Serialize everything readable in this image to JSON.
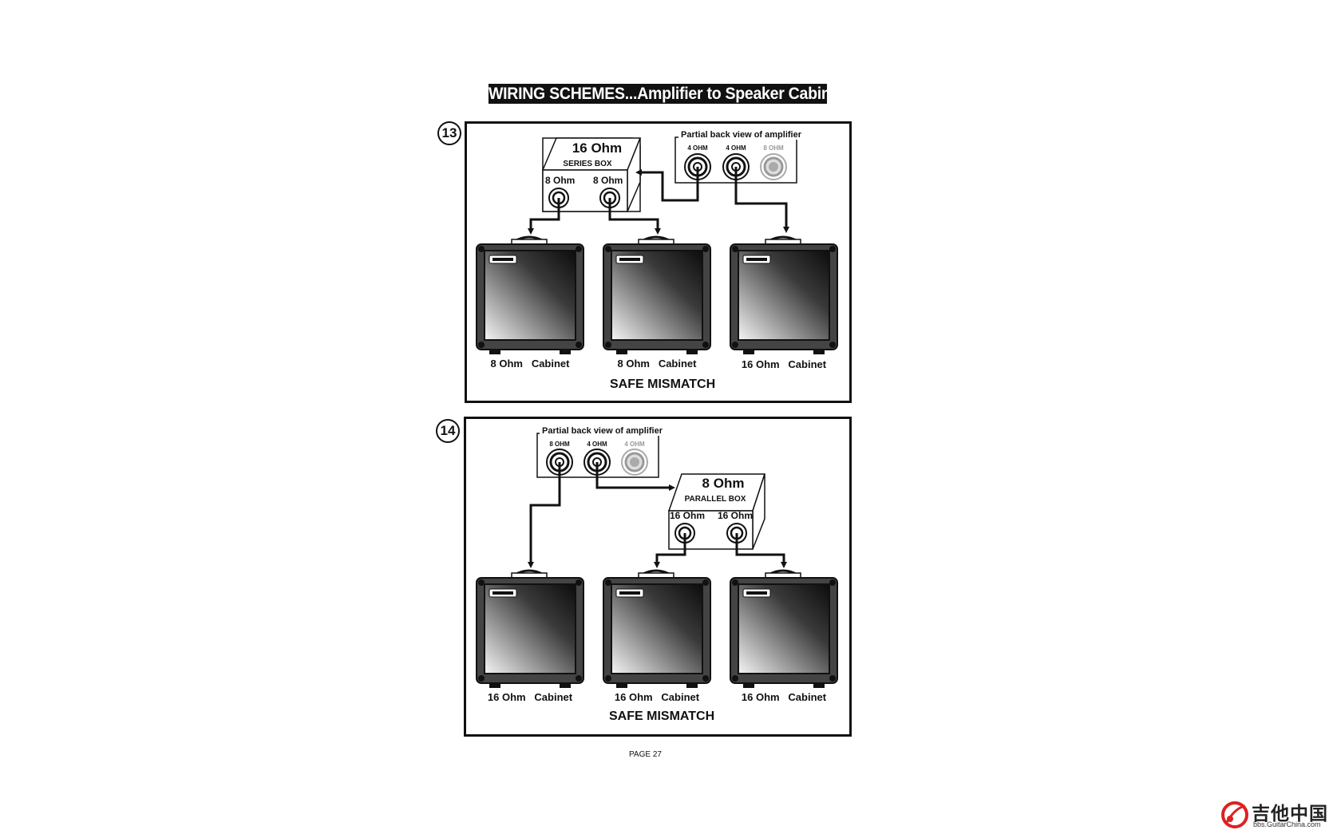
{
  "header": {
    "title": "WIRING SCHEMES...Amplifier to Speaker Cabinets"
  },
  "scheme13": {
    "number": "13",
    "amp": {
      "caption": "Partial back view of amplifier",
      "jacks": [
        "4 OHM",
        "4 OHM",
        "8 OHM"
      ]
    },
    "box": {
      "ohm": "16 Ohm",
      "name": "SERIES BOX",
      "outputs": [
        "8 Ohm",
        "8 Ohm"
      ]
    },
    "cabinets": [
      {
        "ohm": "8 Ohm",
        "label": "Cabinet"
      },
      {
        "ohm": "8 Ohm",
        "label": "Cabinet"
      },
      {
        "ohm": "16 Ohm",
        "label": "Cabinet"
      }
    ],
    "result": "SAFE MISMATCH"
  },
  "scheme14": {
    "number": "14",
    "amp": {
      "caption": "Partial back view of amplifier",
      "jacks": [
        "8 OHM",
        "4 OHM",
        "4 OHM"
      ]
    },
    "box": {
      "ohm": "8 Ohm",
      "name": "PARALLEL BOX",
      "outputs": [
        "16 Ohm",
        "16 Ohm"
      ]
    },
    "cabinets": [
      {
        "ohm": "16 Ohm",
        "label": "Cabinet"
      },
      {
        "ohm": "16 Ohm",
        "label": "Cabinet"
      },
      {
        "ohm": "16 Ohm",
        "label": "Cabinet"
      }
    ],
    "result": "SAFE MISMATCH"
  },
  "footer": {
    "page": "PAGE 27"
  },
  "watermark": {
    "main": "吉他中国",
    "sub": "bbs.GuitarChina.com"
  }
}
